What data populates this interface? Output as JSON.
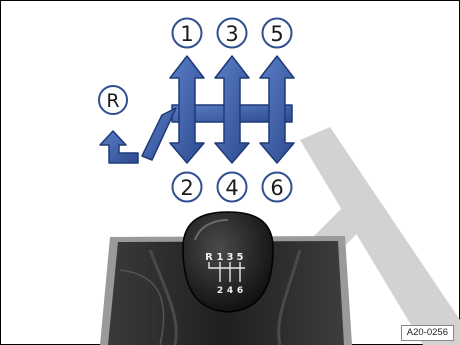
{
  "figure": {
    "gear_numbers_top": [
      "1",
      "3",
      "5"
    ],
    "gear_numbers_bottom": [
      "2",
      "4",
      "6"
    ],
    "reverse_label": "R",
    "knob_gear_marks_top": [
      "R",
      "1",
      "3",
      "5"
    ],
    "knob_gear_marks_bottom": [
      "2",
      "4",
      "6"
    ],
    "reference_code": "A20-0256"
  },
  "colors": {
    "arrow_blue": "#3a5ea9",
    "circle_outline": "#2f4f8f",
    "leather_boot": "#2b2b2b",
    "knob_black": "#161616",
    "overlay_gray": "#d0d0d0"
  }
}
